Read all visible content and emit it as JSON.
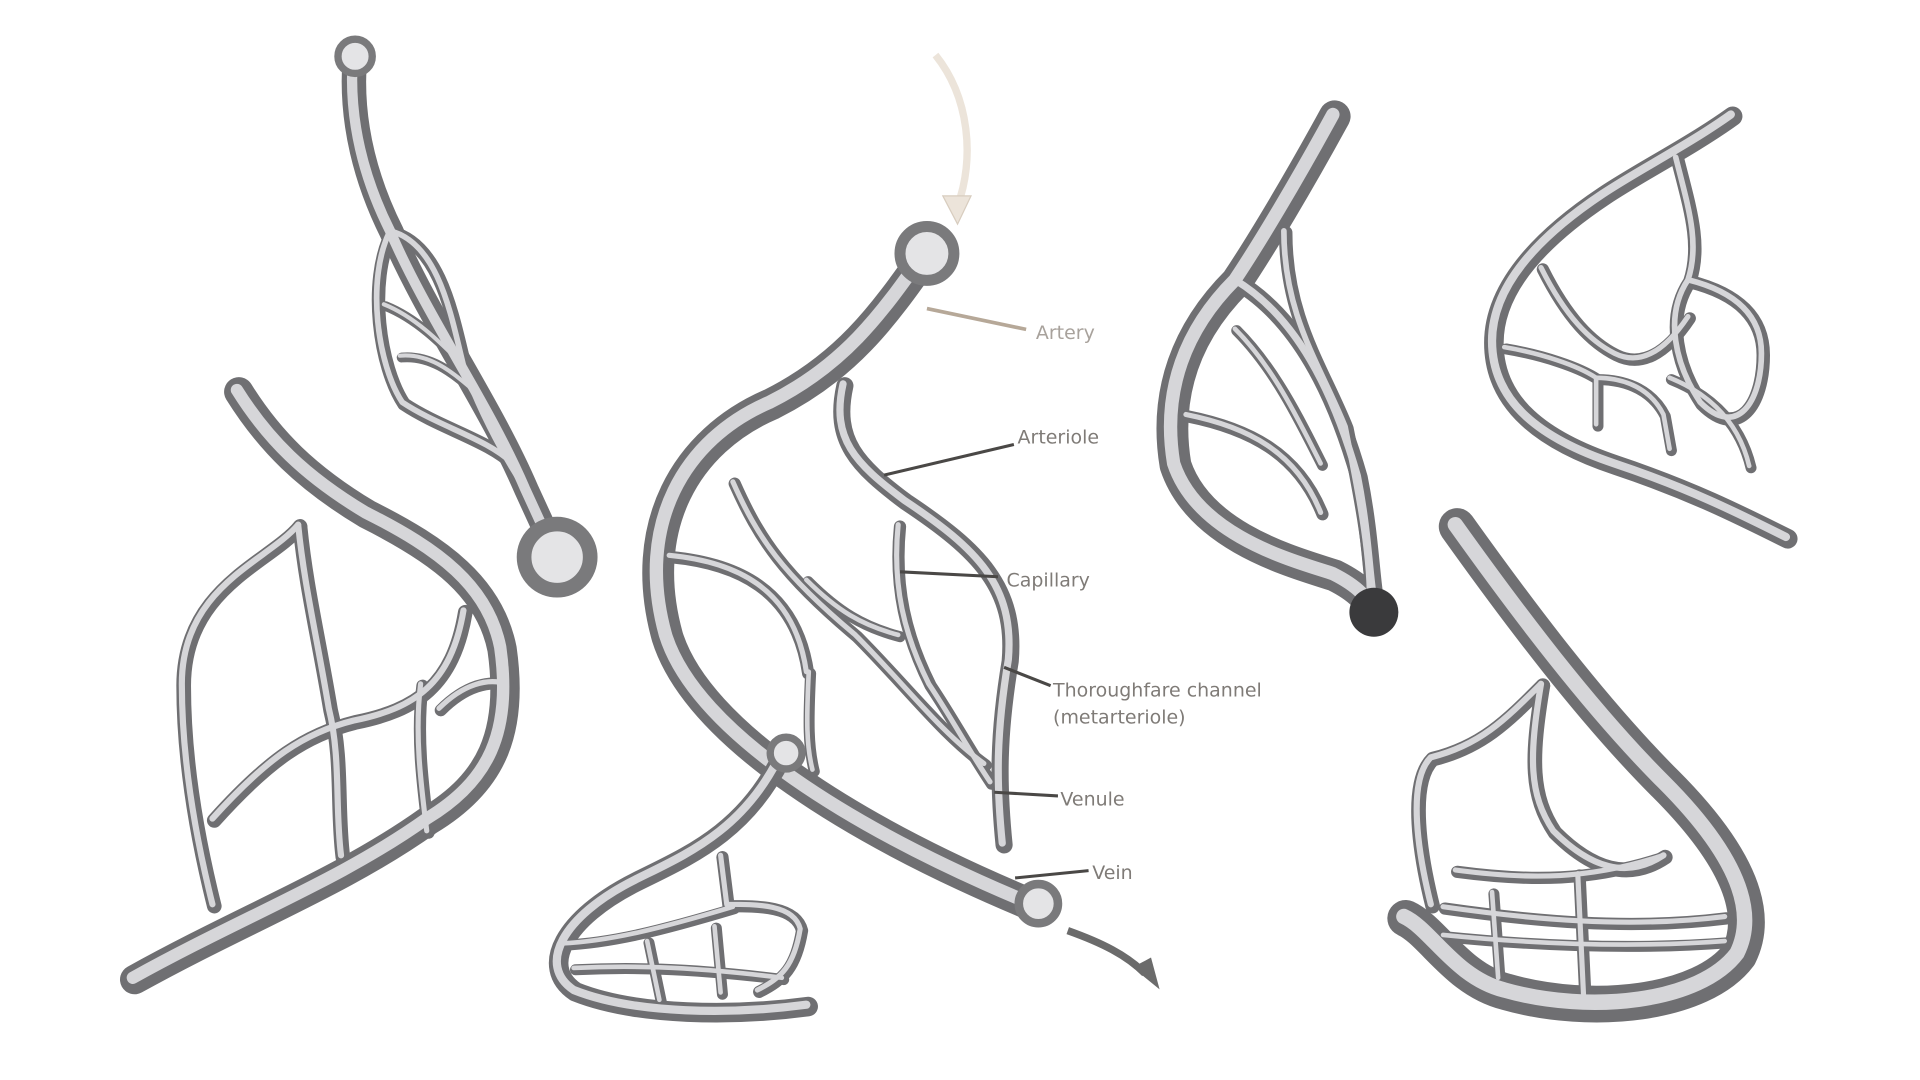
{
  "labels": {
    "artery": "Artery",
    "arteriole": "Arteriole",
    "capillary": "Capillary",
    "thoroughfare_line1": "Thoroughfare channel",
    "thoroughfare_line2": "(metarteriole)",
    "venule": "Venule",
    "vein": "Vein"
  },
  "colors": {
    "vessel_shadow": "#6f6f72",
    "vessel_highlight": "#d6d6d9",
    "label_text": "#7f7b77",
    "artery_label": "#a8a29c",
    "inflow_arrow": "#e8e0d6",
    "outflow_arrow": "#6b6b6b"
  }
}
